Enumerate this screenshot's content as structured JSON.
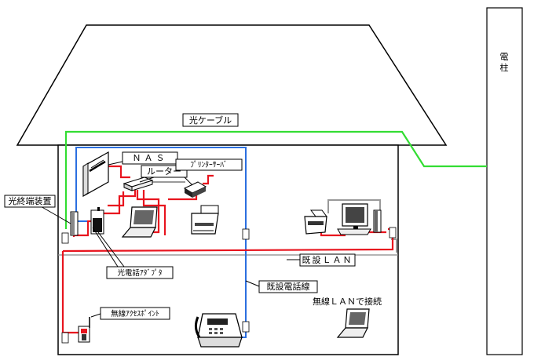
{
  "labels": {
    "denchu": "電柱",
    "hikari_cable": "光ケーブル",
    "nas": "ＮＡＳ",
    "router": "ルーター",
    "printer_server": "ﾌﾟﾘﾝﾀｰｻｰﾊﾞ",
    "onu": "光終端装置",
    "hikari_adapter": "光電話ｱﾀﾞﾌﾟﾀ",
    "kisetsu_lan": "既設ＬＡＮ",
    "kisetsu_tel": "既設電話線",
    "wireless_ap": "無線ｱｸｾｽﾎﾟｲﾝﾄ",
    "wireless_conn": "無線ＬＡＮで接続"
  },
  "colors": {
    "fiber": "#33dd33",
    "lan": "#e8141e",
    "phone_line": "#2b6fe0",
    "gray_line": "#999999",
    "outline": "#000000"
  }
}
